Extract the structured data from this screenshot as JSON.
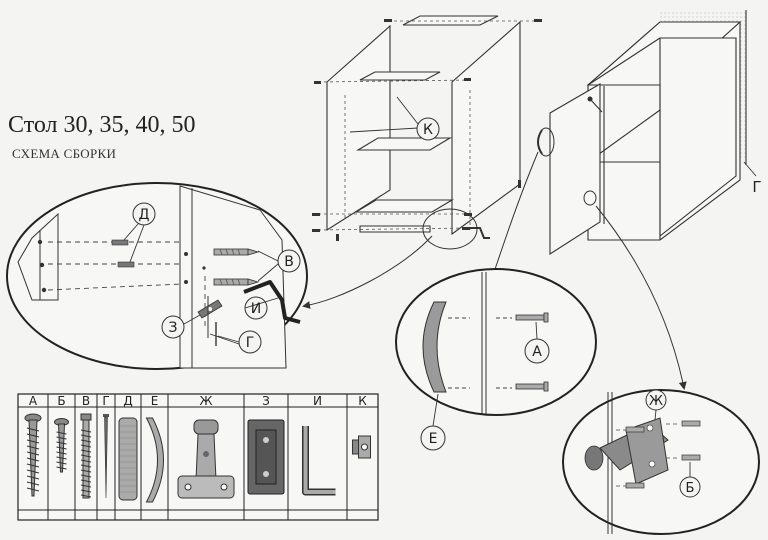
{
  "header": {
    "title": "Стол 30, 35, 40, 50",
    "subtitle": "СХЕМА СБОРКИ"
  },
  "callouts": {
    "k": "К",
    "g_wall": "Г",
    "d": "Д",
    "v": "В",
    "i": "И",
    "z": "З",
    "g_zoom": "Г",
    "a": "А",
    "e": "Е",
    "zh": "Ж",
    "b": "Б"
  },
  "parts_table": {
    "headers": [
      "А",
      "Б",
      "В",
      "Г",
      "Д",
      "Е",
      "Ж",
      "З",
      "И",
      "К"
    ],
    "items": [
      {
        "icon": "wood-screw-long-icon"
      },
      {
        "icon": "wood-screw-short-icon"
      },
      {
        "icon": "confirmat-screw-icon"
      },
      {
        "icon": "nail-icon"
      },
      {
        "icon": "dowel-icon"
      },
      {
        "icon": "door-handle-icon"
      },
      {
        "icon": "door-hinge-icon"
      },
      {
        "icon": "mounting-plate-icon"
      },
      {
        "icon": "hex-key-icon"
      },
      {
        "icon": "shelf-support-icon"
      }
    ]
  },
  "colors": {
    "line": "#333333",
    "panel": "#f7f7f5",
    "background": "#f4f4f2",
    "metal": "#8a8a8a",
    "handle": "#9a9a9a"
  }
}
